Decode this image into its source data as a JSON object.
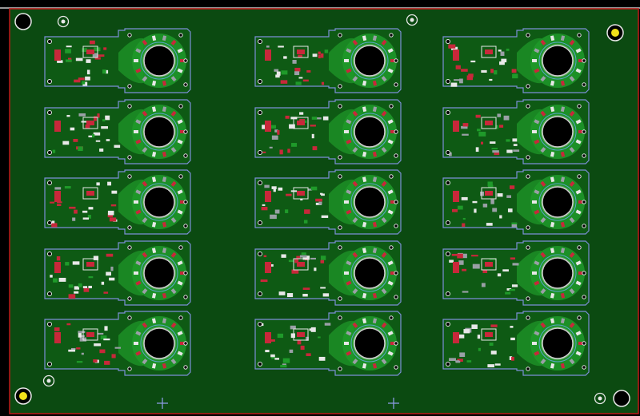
{
  "board": {
    "panel_rows": 5,
    "panel_cols": 3,
    "colors": {
      "background": "#000000",
      "board_fill": "#0b4a11",
      "board_outline": "#c01818",
      "top_rule": "#9a9a9a",
      "module_fill": "#0e5a14",
      "module_outline": "#7d8fd8",
      "copper_bright": "#1f9a2a",
      "pad_red": "#c8283a",
      "pad_white": "#e8e8e8",
      "pad_grey": "#9aa0a6",
      "drill_black": "#000000",
      "ring_cyan": "#5aa7c8",
      "fiducial_yellow": "#f2e21a",
      "crosshair_blue": "#8a9ae0"
    },
    "mounting_holes": [
      {
        "name": "hole-top-left",
        "type": "plain"
      },
      {
        "name": "hole-top-right",
        "type": "yellow"
      },
      {
        "name": "hole-bottom-left",
        "type": "yellow"
      },
      {
        "name": "hole-bottom-right",
        "type": "plain"
      }
    ],
    "fiducials": [
      "fiducial-top-a",
      "fiducial-top-b",
      "fiducial-bottom-a",
      "fiducial-bottom-b"
    ],
    "crosshairs": [
      "crosshair-bottom-left",
      "crosshair-bottom-center"
    ]
  }
}
